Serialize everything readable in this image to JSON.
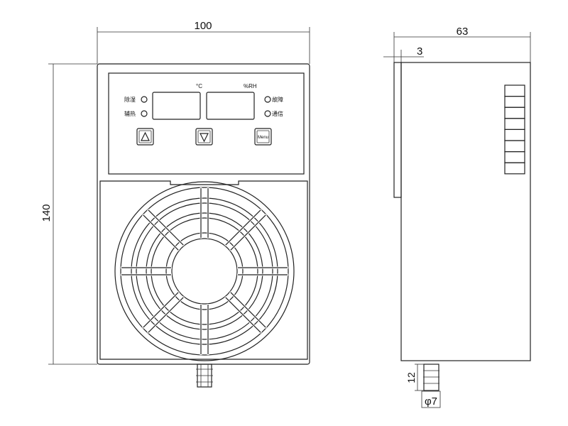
{
  "dimensions": {
    "width": "100",
    "height": "140",
    "depth": "63",
    "lip": "3",
    "nozzle_length": "12",
    "nozzle_diameter": "φ7"
  },
  "panel": {
    "temp_unit": "°C",
    "humidity_unit": "%RH",
    "left_indicators": [
      "除湿",
      "辅热"
    ],
    "right_indicators": [
      "故障",
      "通信"
    ],
    "menu_label": "Menu"
  }
}
